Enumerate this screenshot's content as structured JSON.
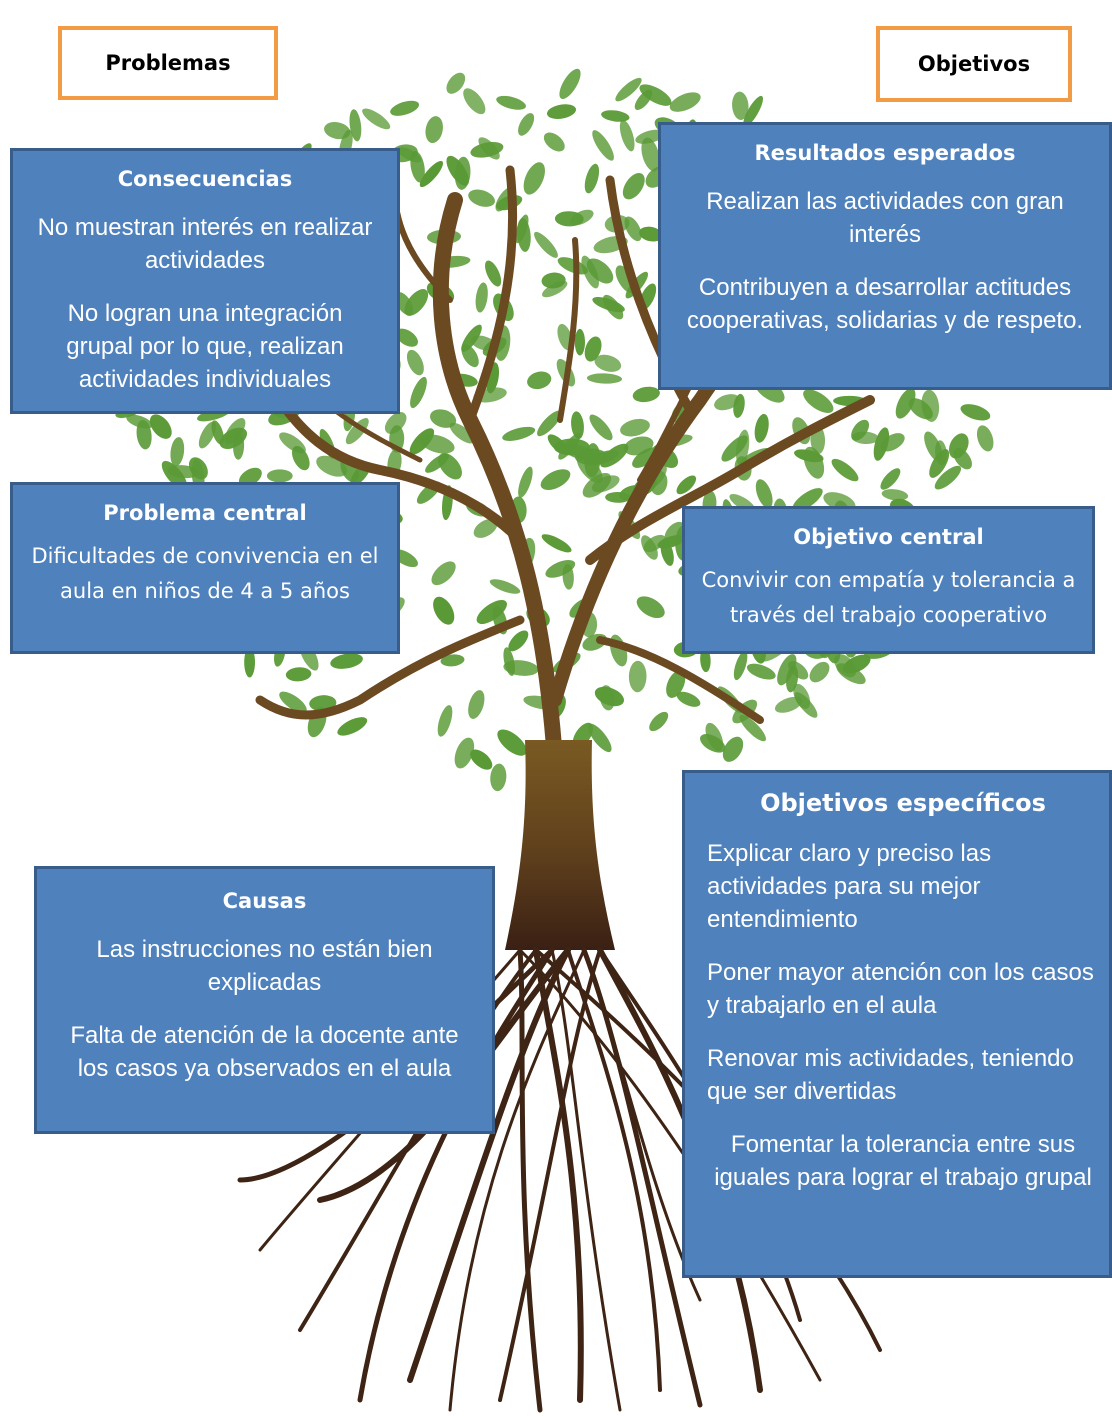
{
  "headers": {
    "problems": "Problemas",
    "objectives": "Objetivos"
  },
  "consequences": {
    "title": "Consecuencias",
    "items": [
      "No muestran interés en realizar actividades",
      "No logran  una integración grupal por lo que, realizan actividades individuales"
    ]
  },
  "central_problem": {
    "title": "Problema central",
    "text": "Dificultades de convivencia en el aula en niños de 4 a 5 años"
  },
  "causes": {
    "title": "Causas",
    "items": [
      "Las instrucciones no están bien explicadas",
      "Falta de atención de la docente ante los casos ya observados en el aula"
    ]
  },
  "expected_results": {
    "title": "Resultados esperados",
    "items": [
      "Realizan las actividades con gran interés",
      "Contribuyen a desarrollar actitudes cooperativas, solidarias y de respeto."
    ]
  },
  "central_objective": {
    "title": "Objetivo central",
    "text": "Convivir con empatía y tolerancia a través del trabajo cooperativo"
  },
  "specific_objectives": {
    "title": "Objetivos   específicos",
    "items": [
      "Explicar claro y preciso las actividades para su mejor entendimiento",
      "Poner mayor atención con los casos y trabajarlo en el aula",
      "Renovar mis actividades, teniendo que ser divertidas",
      "Fomentar la tolerancia entre sus iguales para lograr el trabajo grupal"
    ]
  },
  "colors": {
    "box_fill": "#4f81bd",
    "box_border": "#385d8a",
    "header_border": "#f39a45",
    "leaf": "#5a9a36",
    "trunk": "#6b4a22",
    "roots": "#3e2414"
  }
}
